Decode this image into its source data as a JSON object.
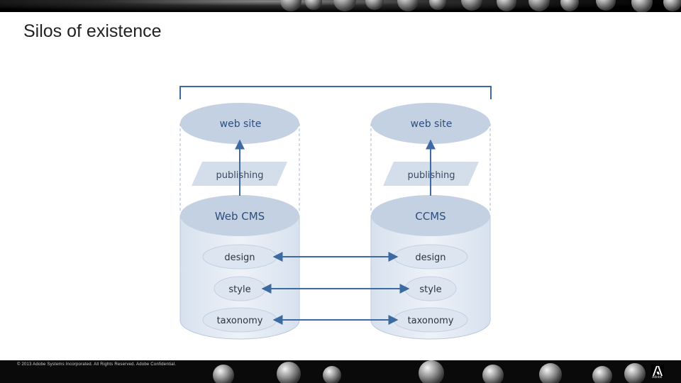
{
  "slide": {
    "title": "Silos of existence",
    "footer": "© 2013 Adobe Systems Incorporated. All Rights Reserved. Adobe Confidential.",
    "logo_text": "Adobe"
  },
  "diagram": {
    "left": {
      "site": "web site",
      "pipe": "publishing",
      "system": "Web CMS",
      "items": [
        "design",
        "style",
        "taxonomy"
      ]
    },
    "right": {
      "site": "web site",
      "pipe": "publishing",
      "system": "CCMS",
      "items": [
        "design",
        "style",
        "taxonomy"
      ]
    }
  },
  "colors": {
    "accent": "#3d6aa3",
    "light_fill": "#c3d1e3",
    "pale_fill": "#e6ecf4",
    "text": "#2d4e7e"
  }
}
